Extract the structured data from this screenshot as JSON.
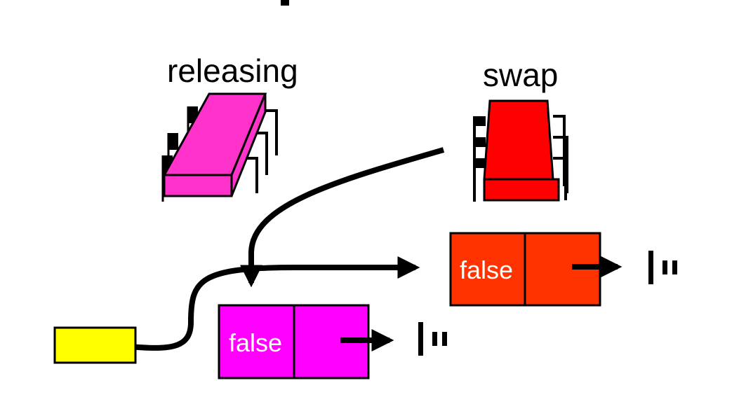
{
  "labels": {
    "releasing": "releasing",
    "swap": "swap"
  },
  "nodes": {
    "magenta": {
      "value": "false",
      "color": "#ff00ff"
    },
    "orange": {
      "value": "false",
      "color": "#ff3300"
    }
  },
  "colors": {
    "pointer_box": "#ffff00",
    "releasing_chip": "#ff33cc",
    "swap_chip": "#ff0000",
    "arrows": "#000000"
  },
  "icons": {
    "releasing_chip": "chip-icon",
    "swap_chip": "chip-icon",
    "null_terminator": "ground-icon"
  }
}
